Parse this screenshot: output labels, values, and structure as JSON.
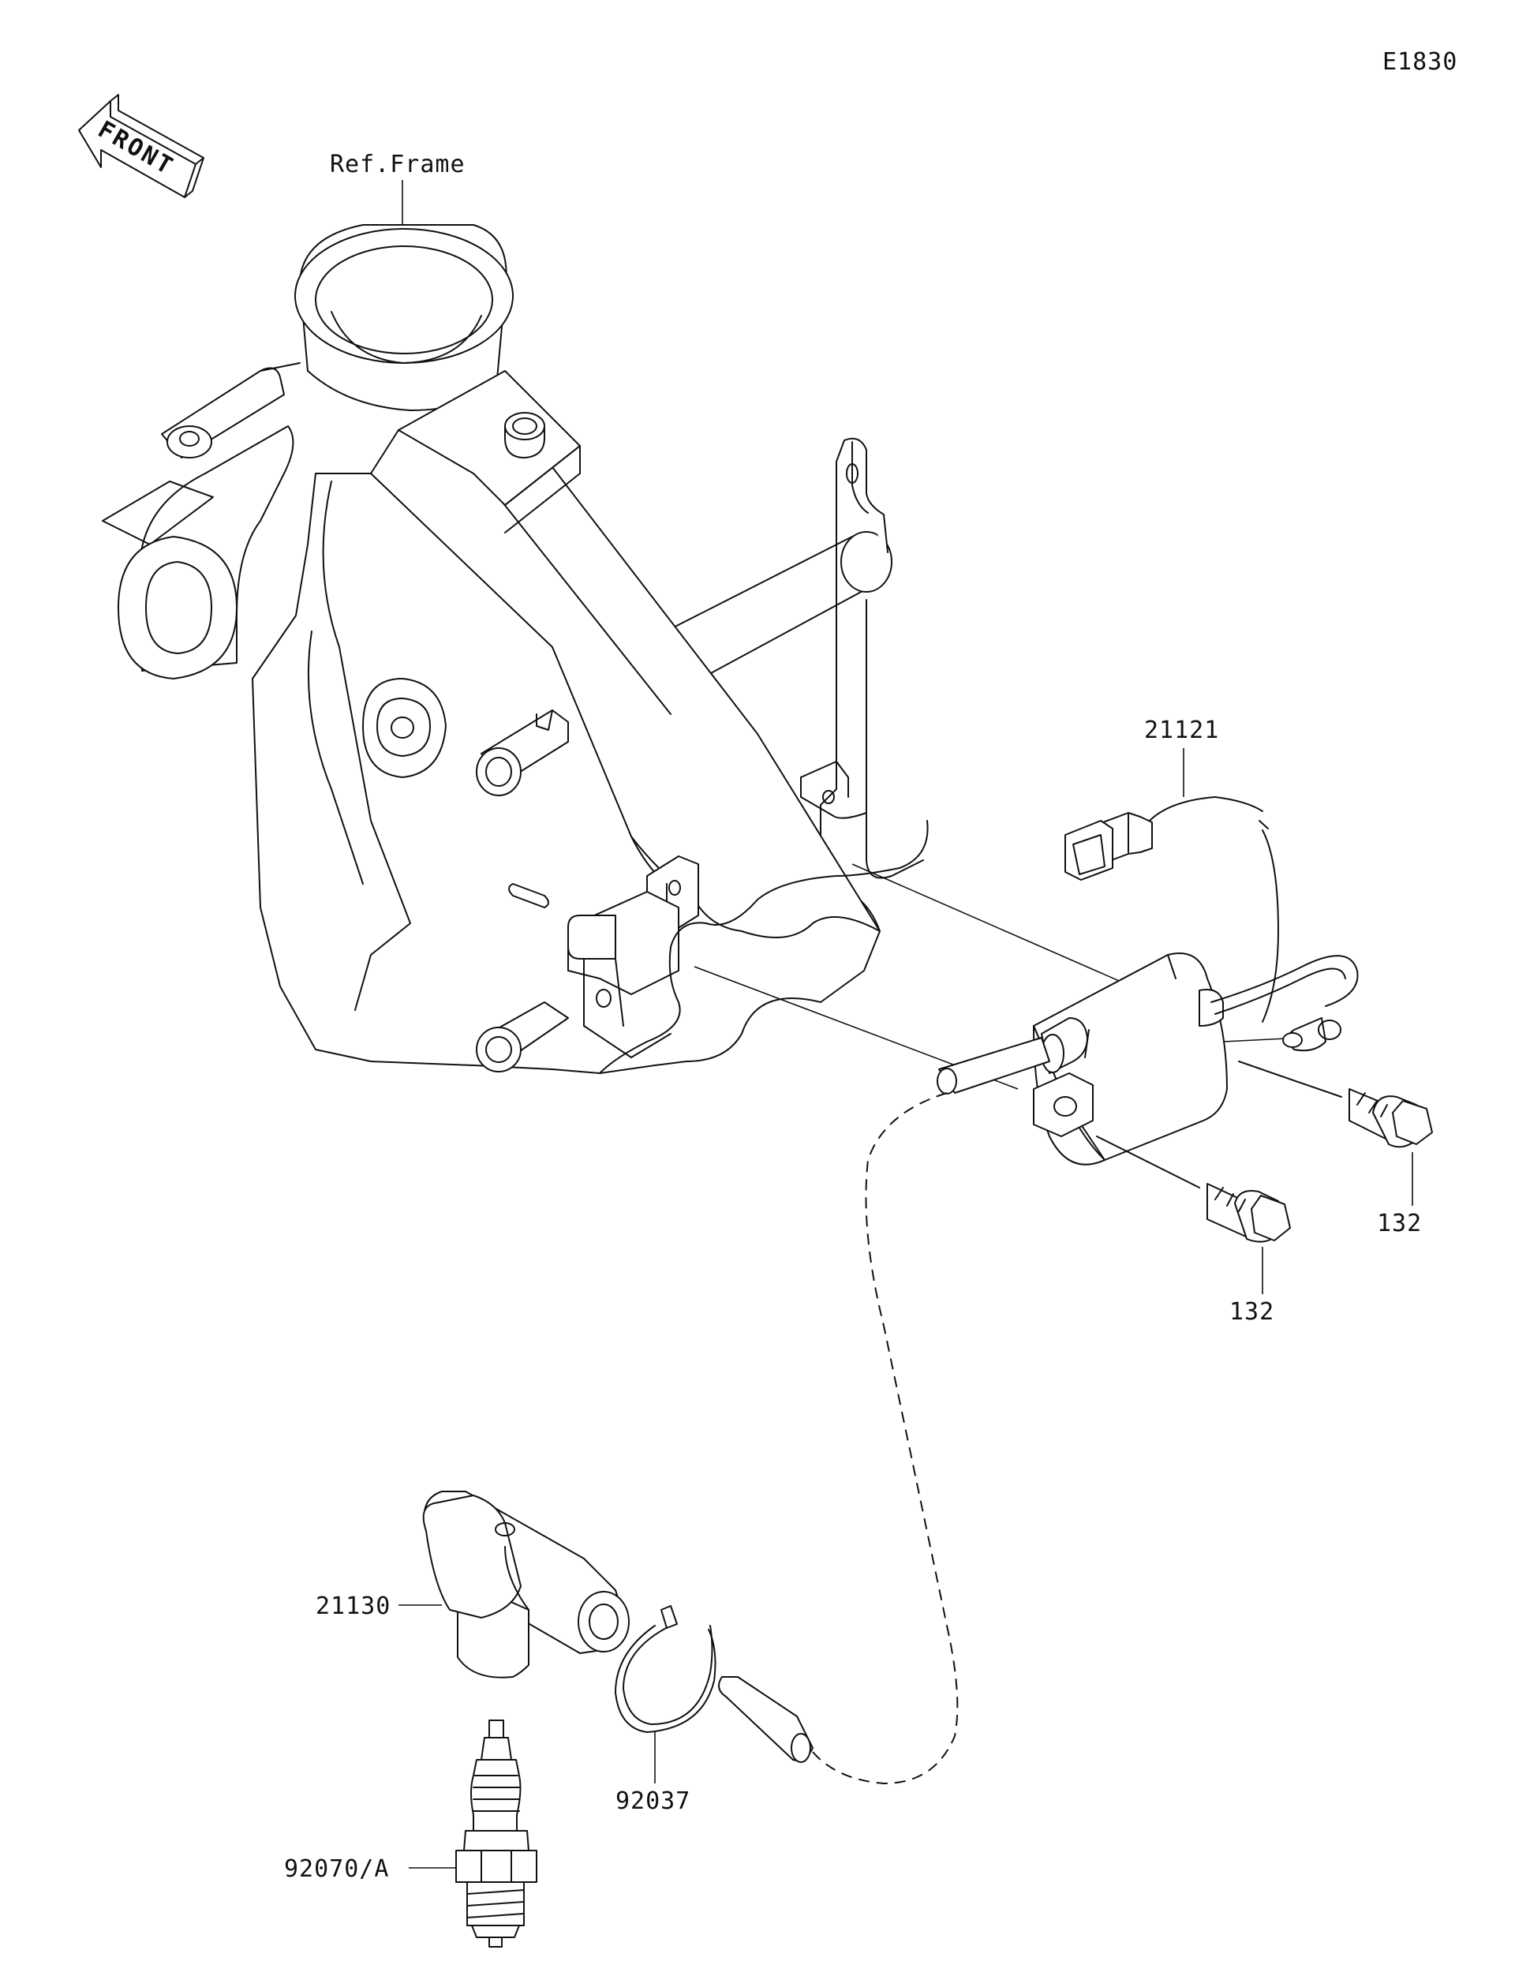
{
  "diagram_code": "E1830",
  "front_indicator": "FRONT",
  "labels": {
    "ref_frame": "Ref.Frame",
    "wire_harness": "21121",
    "bolt_upper_right": "132",
    "bolt_lower": "132",
    "plug_cap": "21130",
    "clamp": "92037",
    "spark_plug": "92070/A"
  },
  "colors": {
    "line": "#111111",
    "background": "#ffffff"
  }
}
